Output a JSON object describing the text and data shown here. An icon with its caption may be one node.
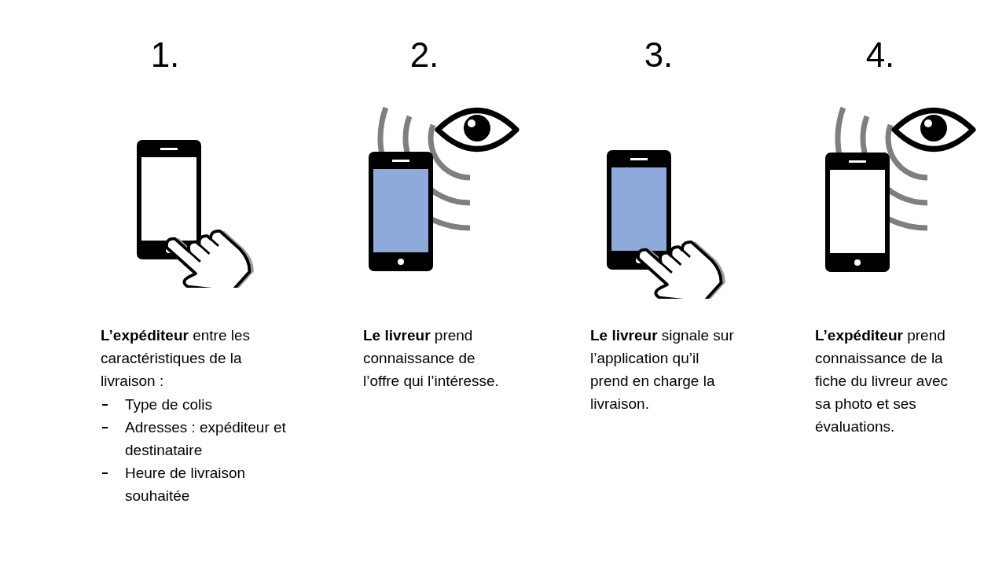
{
  "diagram": {
    "labels": [
      "1.",
      "2.",
      "3.",
      "4.",
      "**L’expéditeur** entre les caractéristiques de la livraison :",
      "Type de colis",
      "Adresses : expéditeur et destinataire",
      "Heure de livraison souhaitée",
      "**Le livreur** prend connaissance de l’offre qui l’intéresse.",
      "**Le livreur** signale sur l’application qu’il prend en charge la livraison.",
      "**L’expéditeur** prend connaissance de la fiche du livreur avec sa photo et ses évaluations."
    ]
  }
}
